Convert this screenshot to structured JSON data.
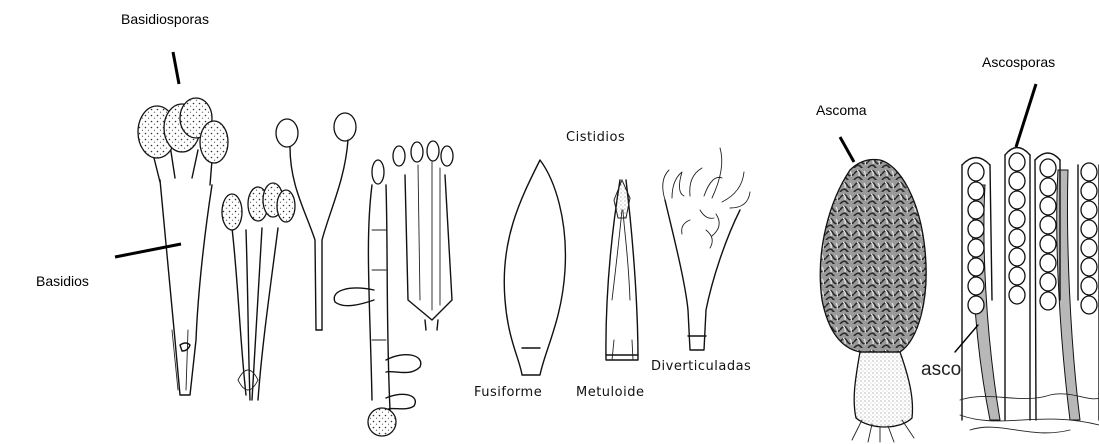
{
  "labels": {
    "basidiosporas": "Basidiosporas",
    "basidios": "Basidios",
    "cistidios": "Cistidios",
    "fusiforme": "Fusiforme",
    "metuloide": "Metuloide",
    "diverticuladas": "Diverticuladas",
    "ascoma": "Ascoma",
    "ascosporas": "Ascosporas",
    "asco": "asco"
  },
  "colors": {
    "ink": "#111111",
    "background": "#ffffff",
    "asco_shading": "#b8b8b8"
  }
}
